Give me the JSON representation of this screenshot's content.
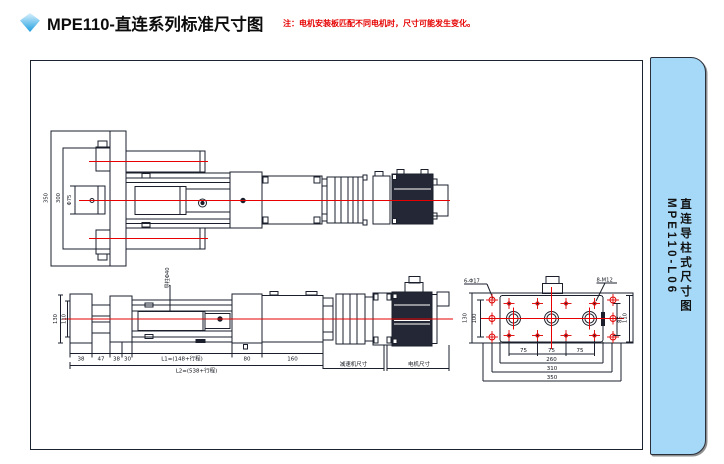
{
  "header": {
    "title": "MPE110-直连系列标准尺寸图",
    "note": "注：电机安装板匹配不同电机时，尺寸可能发生变化。"
  },
  "side_tab": {
    "line1": "直连导柱式尺寸图",
    "line2": "MPE110-L06"
  },
  "colors": {
    "accent_blue": "#a6d9f7",
    "centerline_red": "#e60000",
    "line_dark": "#1a1f2b"
  },
  "drawing": {
    "top_view": {
      "dim_plate": "350",
      "dim_inner": "300",
      "dim_boss": "Φ75"
    },
    "front_view": {
      "dim_height_outer": "130",
      "dim_height_inner": "110",
      "rod_label": "导柱Φ40",
      "chain": [
        "38",
        "47",
        "38",
        "30",
        "L1=(148+行程)",
        "80",
        "160"
      ],
      "total": "L2=(538+行程)",
      "bracket_reducer": "减速机尺寸",
      "bracket_motor": "电机尺寸"
    },
    "plan_view": {
      "callout_left": "6-Φ17",
      "callout_right": "8-M12",
      "pitch": [
        "75",
        "75",
        "75"
      ],
      "dim_260": "260",
      "dim_310": "310",
      "dim_350": "350",
      "dim_left_outer": "130",
      "dim_left_inner": "100",
      "dim_right_inner": "85",
      "dim_right_outer": "110"
    }
  }
}
